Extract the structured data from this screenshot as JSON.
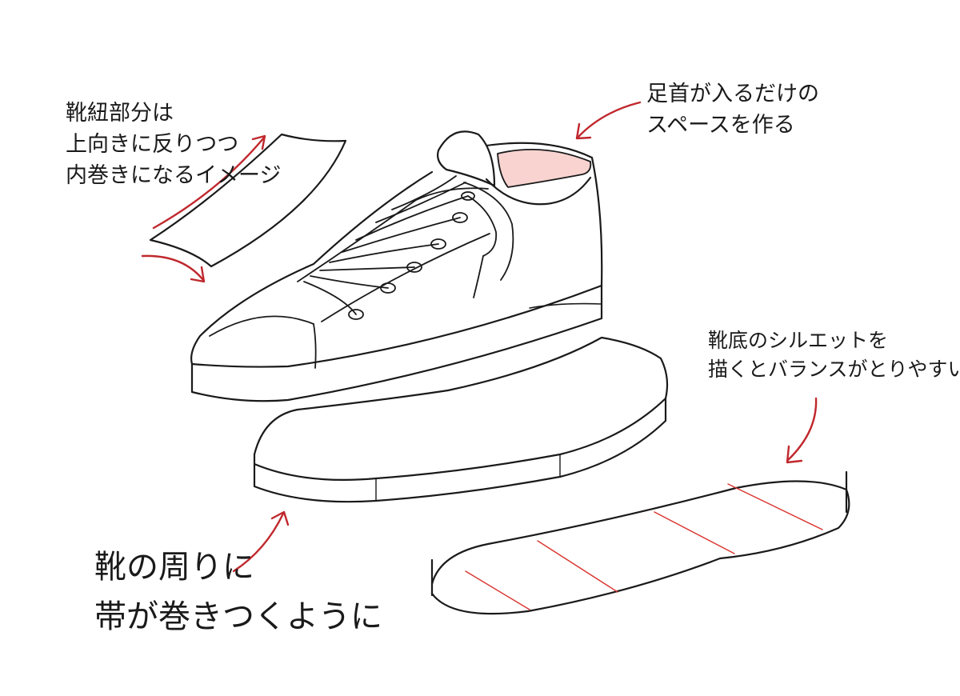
{
  "annotations": {
    "laces": {
      "lines": [
        "靴紐部分は",
        "上向きに反りつつ",
        "内巻きになるイメージ"
      ]
    },
    "ankle": {
      "lines": [
        "足首が入るだけの",
        "スペースを作る"
      ]
    },
    "sole": {
      "lines": [
        "靴底のシルエットを",
        "描くとバランスがとりやすい"
      ]
    },
    "band": {
      "lines": [
        "靴の周りに",
        "帯が巻きつくように"
      ]
    }
  },
  "colors": {
    "ink": "#1a1a1a",
    "arrow": "#c0282d",
    "ankle_fill": "#f8d3d0",
    "guide": "#d9342f"
  }
}
